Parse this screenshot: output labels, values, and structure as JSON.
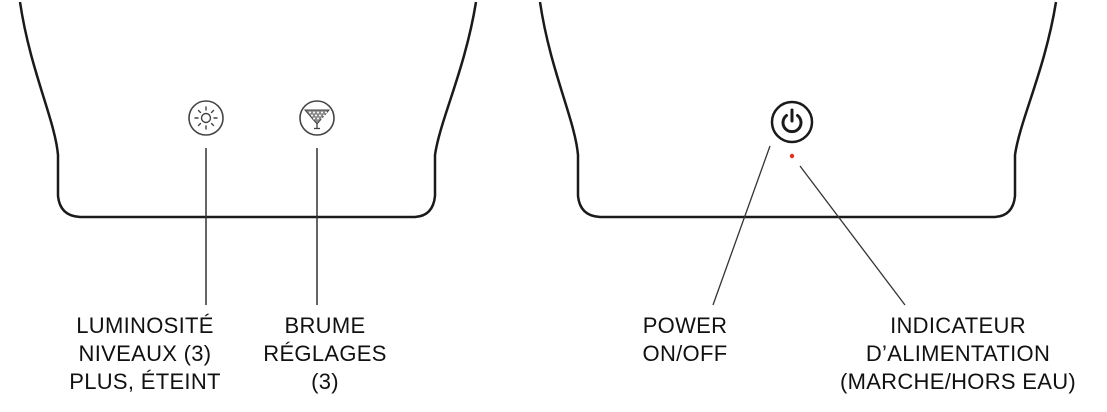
{
  "colors": {
    "outline": "#1a1a1a",
    "leader": "#333333",
    "indicator_dot": "#e0301e",
    "text": "#111111"
  },
  "left_panel": {
    "buttons": [
      {
        "icon": "sun-icon"
      },
      {
        "icon": "mist-icon"
      }
    ],
    "labels": {
      "brightness": {
        "line1": "LUMINOSITÉ",
        "line2": "NIVEAUX (3)",
        "line3": "PLUS, ÉTEINT"
      },
      "mist": {
        "line1": "BRUME",
        "line2": "RÉGLAGES",
        "line3": "(3)"
      }
    }
  },
  "right_panel": {
    "buttons": [
      {
        "icon": "power-icon"
      }
    ],
    "labels": {
      "power": {
        "line1": "POWER",
        "line2": "ON/OFF"
      },
      "indicator": {
        "line1": "INDICATEUR",
        "line2": "D’ALIMENTATION",
        "line3": "(MARCHE/HORS EAU)"
      }
    }
  }
}
